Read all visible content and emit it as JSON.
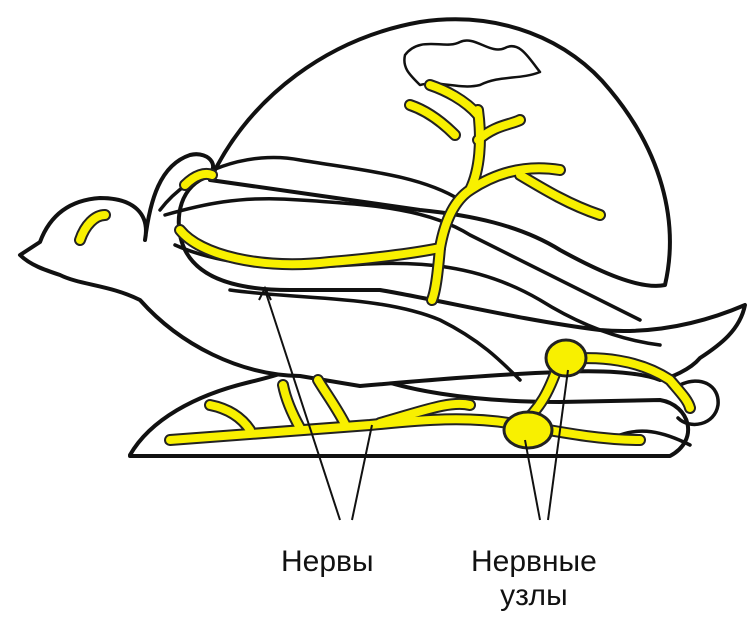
{
  "labels": {
    "nerves": "Нервы",
    "ganglia_line1": "Нервные",
    "ganglia_line2": "узлы"
  },
  "colors": {
    "nerve": "#f8f000",
    "outline": "#111111",
    "background": "#ffffff"
  }
}
